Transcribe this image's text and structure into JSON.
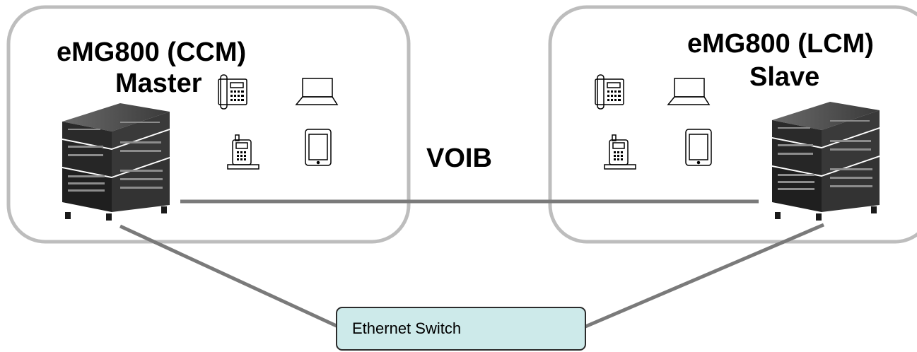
{
  "master": {
    "model": "eMG800 (CCM)",
    "role": "Master"
  },
  "slave": {
    "model": "eMG800 (LCM)",
    "role": "Slave"
  },
  "link": {
    "label": "VOIB"
  },
  "switch": {
    "label": "Ethernet Switch"
  },
  "colors": {
    "box_border": "#bdbdbd",
    "link_line": "#7a7a7a",
    "switch_fill": "#cdeaea",
    "switch_border": "#2b2b2b",
    "server_body": "#2e2e2e"
  },
  "icons": [
    "desk-phone-icon",
    "laptop-icon",
    "cordless-phone-icon",
    "tablet-icon",
    "server-stack-icon"
  ]
}
